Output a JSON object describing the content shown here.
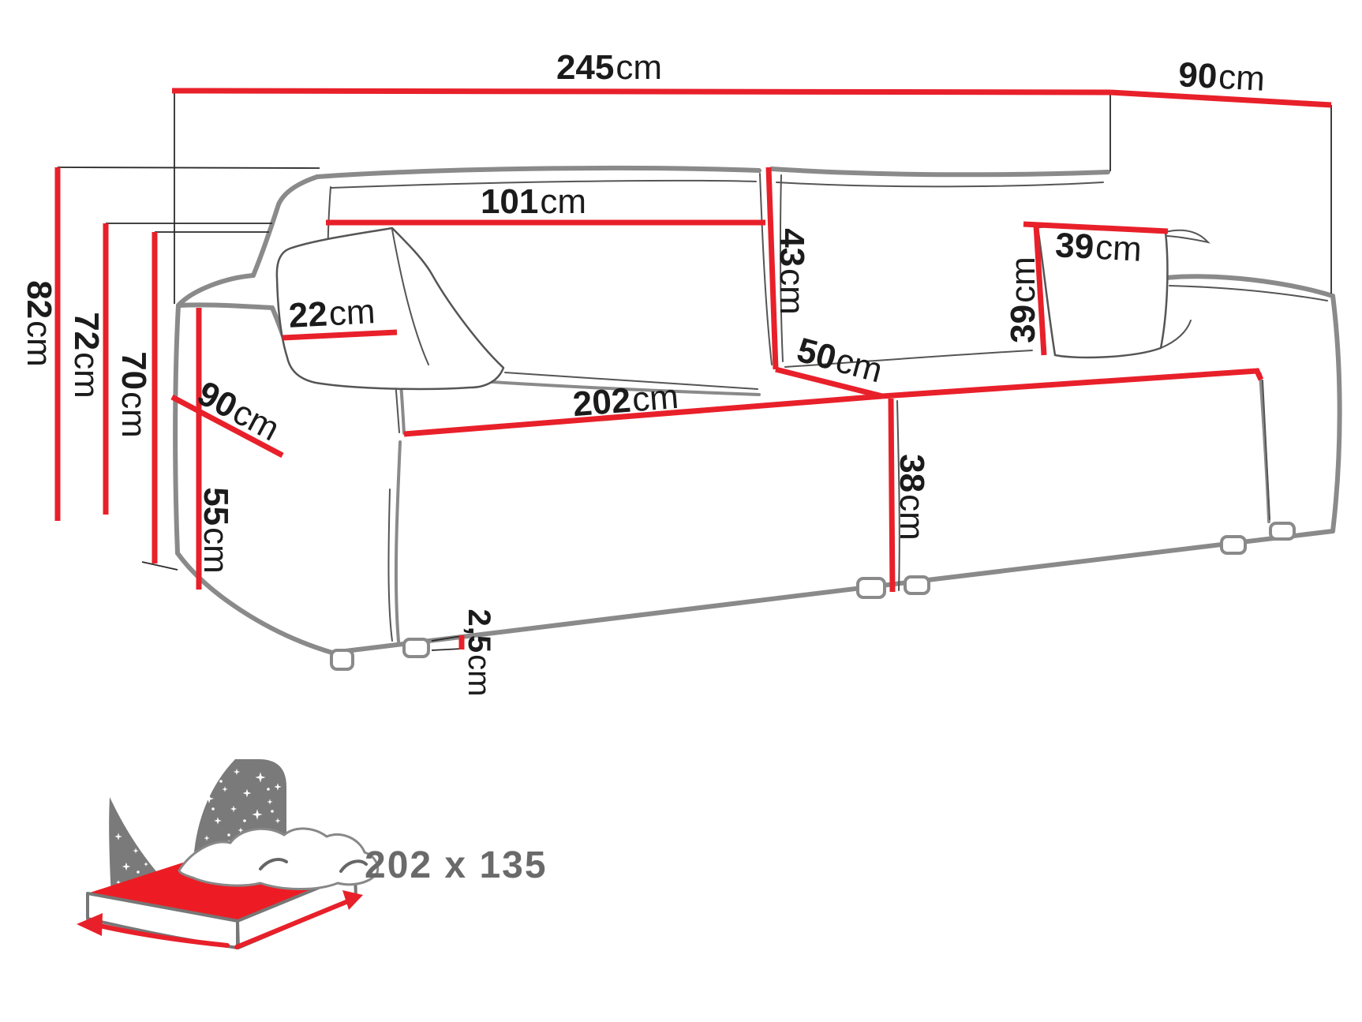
{
  "dimensions": {
    "total_width": {
      "value": "245",
      "unit": "cm"
    },
    "total_depth": {
      "value": "90",
      "unit": "cm"
    },
    "total_height": {
      "value": "82",
      "unit": "cm"
    },
    "backrest_height_upper": {
      "value": "72",
      "unit": "cm"
    },
    "backrest_height_lower": {
      "value": "70",
      "unit": "cm"
    },
    "armrest_height": {
      "value": "55",
      "unit": "cm"
    },
    "armrest_width": {
      "value": "22",
      "unit": "cm"
    },
    "armrest_depth": {
      "value": "90",
      "unit": "cm"
    },
    "back_cushion_width": {
      "value": "101",
      "unit": "cm"
    },
    "back_cushion_height": {
      "value": "43",
      "unit": "cm"
    },
    "seat_depth": {
      "value": "50",
      "unit": "cm"
    },
    "seat_width": {
      "value": "202",
      "unit": "cm"
    },
    "seat_height": {
      "value": "38",
      "unit": "cm"
    },
    "pillow_width": {
      "value": "39",
      "unit": "cm"
    },
    "pillow_height": {
      "value": "39",
      "unit": "cm"
    },
    "leg_height": {
      "value": "2,5",
      "unit": "cm"
    }
  },
  "sleeping_area": {
    "label": "202 x 135"
  },
  "colors": {
    "dimension_red": "#e8202a",
    "outline_gray": "#8a8a8a",
    "text_black": "#1b1b1b",
    "icon_panel_gray": "#7a7a7a",
    "sleep_text_gray": "#6a6a6a",
    "mattress_red": "#ed1c24"
  }
}
